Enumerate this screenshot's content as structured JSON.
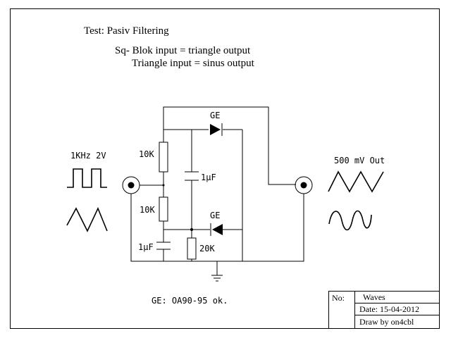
{
  "header": {
    "title": "Test:  Pasiv  Filtering",
    "line1": "Sq- Blok input = triangle output",
    "line2": "Triangle input = sinus output"
  },
  "input": {
    "label": "1KHz  2V"
  },
  "output": {
    "label": "500  mV Out"
  },
  "components": {
    "diode_top": "GE",
    "diode_bottom": "GE",
    "res_top": "10K",
    "res_mid": "10K",
    "cap_center": "1µF",
    "cap_left": "1µF",
    "res_ground": "20K"
  },
  "note": "GE:  OA90-95  ok.",
  "titleblock": {
    "no_label": "No:",
    "name": "Waves",
    "date": "Date:  15-04-2012",
    "author": "Draw by on4cbl"
  }
}
